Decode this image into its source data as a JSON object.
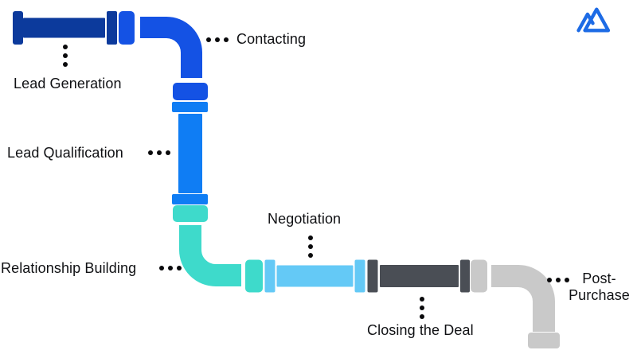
{
  "diagram": {
    "type": "sales-pipeline",
    "stage_count": 7,
    "stages": [
      {
        "label": "Lead Generation"
      },
      {
        "label": "Contacting"
      },
      {
        "label": "Lead Qualification"
      },
      {
        "label": "Relationship Building"
      },
      {
        "label": "Negotiation"
      },
      {
        "label": "Closing the Deal"
      },
      {
        "label": "Post-Purchase"
      }
    ]
  },
  "labels": {
    "lead_generation": "Lead Generation",
    "contacting": "Contacting",
    "lead_qualification": "Lead Qualification",
    "relationship_building": "Relationship Building",
    "negotiation": "Negotiation",
    "closing_the_deal": "Closing the Deal",
    "post_purchase_line1": "Post-",
    "post_purchase_line2": "Purchase"
  },
  "colors": {
    "background": "#FFFFFF",
    "lead_generation": "#0C3A9C",
    "contacting": "#1452E4",
    "lead_qualification": "#0F7DF4",
    "relationship_building": "#3EDACB",
    "negotiation": "#64C9F6",
    "closing_the_deal": "#4A4E55",
    "post_purchase": "#C9C9C9",
    "logo": "#1D6BE5",
    "label_text": "#101114",
    "dots": "#0A0A0C"
  }
}
